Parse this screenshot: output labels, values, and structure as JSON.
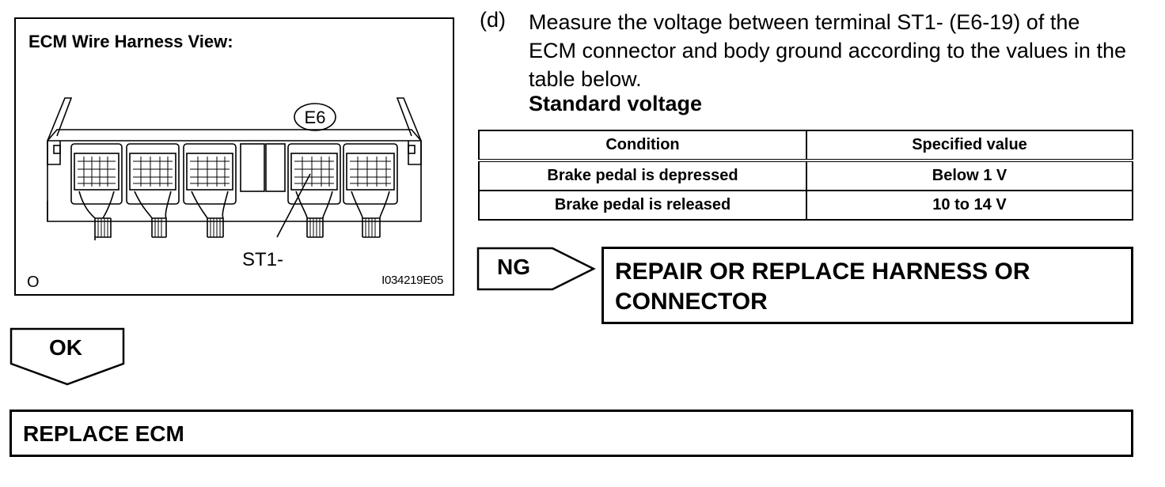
{
  "figure": {
    "title": "ECM Wire Harness View:",
    "connector_label": "E6",
    "terminal_label": "ST1-",
    "corner_mark": "O",
    "image_id": "I034219E05"
  },
  "step": {
    "letter": "(d)",
    "text": "Measure the voltage between terminal ST1- (E6-19) of the ECM connector and body ground according to the values in the table below.",
    "standard_label": "Standard voltage"
  },
  "table": {
    "headers": [
      "Condition",
      "Specified value"
    ],
    "rows": [
      [
        "Brake pedal is depressed",
        "Below 1 V"
      ],
      [
        "Brake pedal is released",
        "10 to 14 V"
      ]
    ]
  },
  "ng": {
    "label": "NG",
    "action": "REPAIR OR REPLACE HARNESS OR CONNECTOR"
  },
  "ok": {
    "label": "OK",
    "action": "REPLACE ECM"
  }
}
